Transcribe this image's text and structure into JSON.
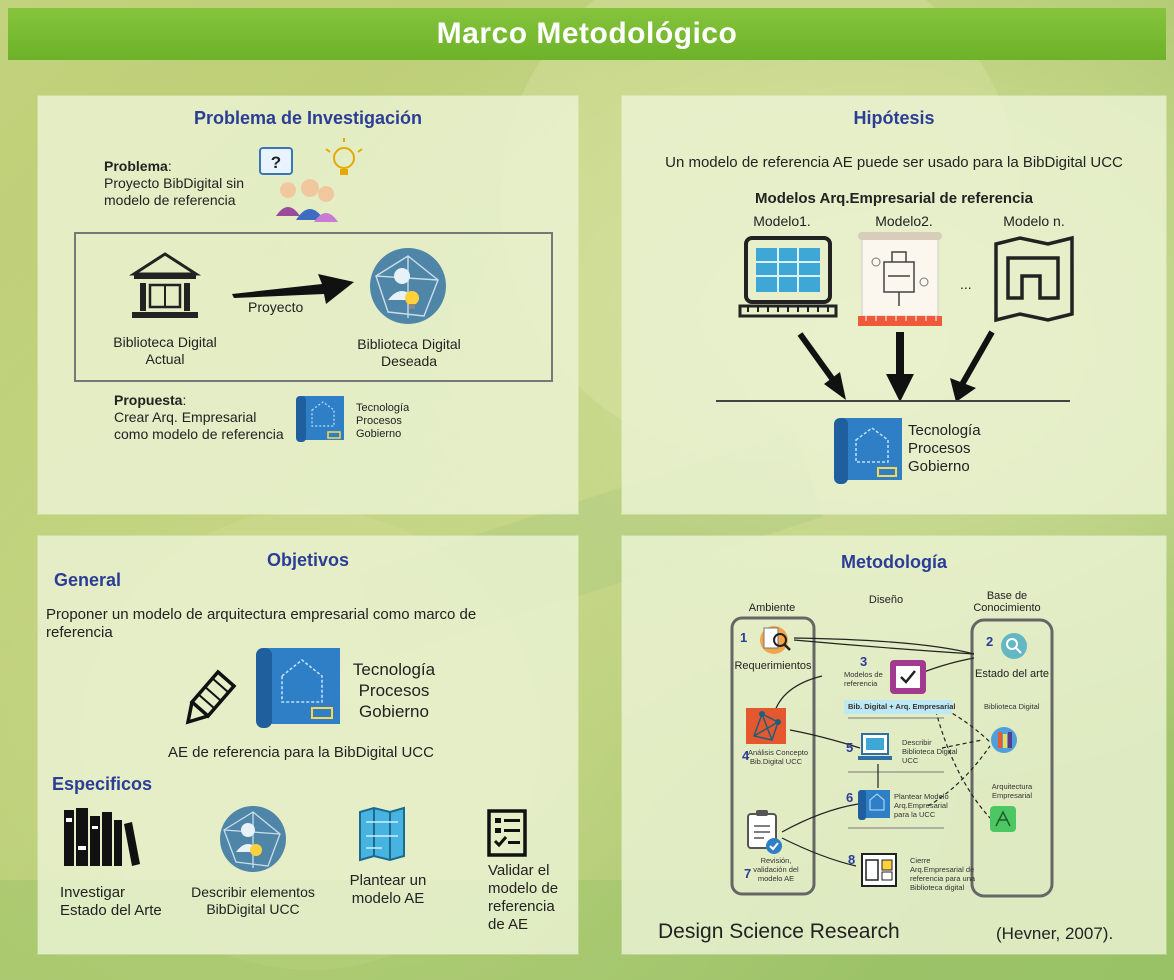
{
  "header": {
    "title": "Marco Metodológico"
  },
  "problema": {
    "title": "Problema de Investigación",
    "problema_label": "Problema",
    "problema_text_1": "Proyecto BibDigital sin",
    "problema_text_2": "modelo de referencia",
    "bib_actual_1": "Biblioteca Digital",
    "bib_actual_2": "Actual",
    "proyecto": "Proyecto",
    "bib_deseada_1": "Biblioteca Digital",
    "bib_deseada_2": "Deseada",
    "propuesta_label": "Propuesta",
    "propuesta_text_1": "Crear Arq. Empresarial",
    "propuesta_text_2": "como modelo de referencia",
    "tpg": [
      "Tecnología",
      "Procesos",
      "Gobierno"
    ]
  },
  "hipotesis": {
    "title": "Hipótesis",
    "statement": "Un modelo de referencia AE puede ser usado para la BibDigital UCC",
    "models_title": "Modelos Arq.Empresarial de referencia",
    "model1": "Modelo1.",
    "model2": "Modelo2.",
    "ellipsis": "...",
    "modeln": "Modelo n.",
    "tpg": [
      "Tecnología",
      "Procesos",
      "Gobierno"
    ]
  },
  "objetivos": {
    "title": "Objetivos",
    "general_label": "General",
    "general_text_1": "Proponer un modelo de arquitectura empresarial como marco de",
    "general_text_2": "referencia",
    "tpg": [
      "Tecnología",
      "Procesos",
      "Gobierno"
    ],
    "ae_ref": "AE de referencia para la BibDigital UCC",
    "especificos_label": "Especificos",
    "esp1": [
      "Investigar",
      "Estado del Arte"
    ],
    "esp2": [
      "Describir elementos",
      "BibDigital UCC"
    ],
    "esp3": [
      "Plantear un",
      "modelo AE"
    ],
    "esp4": [
      "Validar el",
      "modelo de",
      "referencia",
      "de AE"
    ]
  },
  "metodologia": {
    "title": "Metodología",
    "col_ambiente": "Ambiente",
    "col_diseno": "Diseño",
    "col_base_1": "Base de",
    "col_base_2": "Conocimiento",
    "n1": "1",
    "req": "Requerimientos",
    "n2": "2",
    "estado": "Estado del arte",
    "n3": "3",
    "modelos_ref_1": "Modelos de",
    "modelos_ref_2": "referencia",
    "bib_arq": "Bib. Digital + Arq. Empresarial",
    "bib_digital": "Biblioteca Digital",
    "n4": "4",
    "analisis_1": "Análisis Concepto",
    "analisis_2": "Bib.Digital UCC",
    "n5": "5",
    "describir_1": "Describir",
    "describir_2": "Biblioteca Digital",
    "describir_3": "UCC",
    "arq_emp_1": "Arquitectura",
    "arq_emp_2": "Empresarial",
    "n6": "6",
    "plantear_1": "Plantear Modelo",
    "plantear_2": "Arq.Empresarial",
    "plantear_3": "para la UCC",
    "n7": "7",
    "revision_1": "Revisión,",
    "revision_2": "validación del",
    "revision_3": "modelo AE",
    "n8": "8",
    "cierre_1": "Cierre",
    "cierre_2": "Arq.Empresarial de",
    "cierre_3": "referencia para una",
    "cierre_4": "Biblioteca digital",
    "dsr": "Design Science Research",
    "cite": "(Hevner, 2007)."
  },
  "colors": {
    "header": "#6db22a",
    "title_blue": "#2b3d96",
    "icon_blue": "#2f7fc7"
  }
}
